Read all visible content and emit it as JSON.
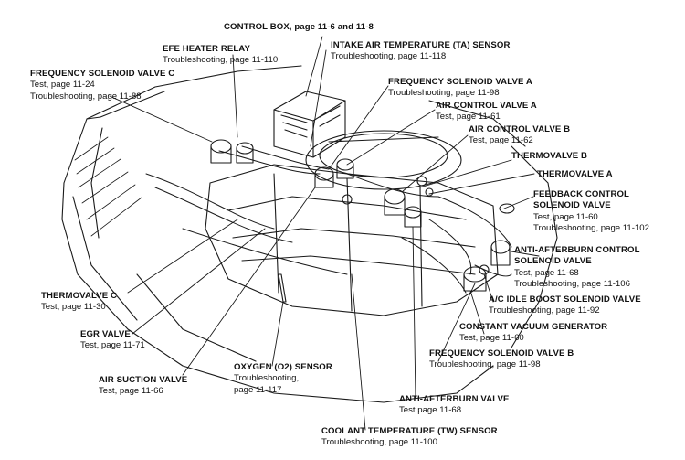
{
  "labels": {
    "control_box": {
      "title": "CONTROL BOX, page 11-6 and 11-8",
      "lines": []
    },
    "efe_relay": {
      "title": "EFE HEATER RELAY",
      "lines": [
        "Troubleshooting, page 11-110"
      ]
    },
    "intake_ta": {
      "title": "INTAKE AIR TEMPERATURE (TA) SENSOR",
      "lines": [
        "Troubleshooting, page 11-118"
      ]
    },
    "freq_sol_c": {
      "title": "FREQUENCY SOLENOID VALVE C",
      "lines": [
        "Test, page 11-24",
        "Troubleshooting, page 11-88"
      ]
    },
    "freq_sol_a": {
      "title": "FREQUENCY SOLENOID VALVE A",
      "lines": [
        "Troubleshooting, page 11-98"
      ]
    },
    "air_ctrl_a": {
      "title": "AIR CONTROL VALVE A",
      "lines": [
        "Test, page 11-61"
      ]
    },
    "air_ctrl_b": {
      "title": "AIR CONTROL VALVE B",
      "lines": [
        "Test, page 11-62"
      ]
    },
    "thermo_b": {
      "title": "THERMOVALVE B",
      "lines": []
    },
    "thermo_a": {
      "title": "THERMOVALVE A",
      "lines": []
    },
    "feedback": {
      "title": "FEEDBACK CONTROL",
      "lines": []
    },
    "feedback2": {
      "title": "SOLENOID VALVE",
      "lines": [
        "Test, page 11-60",
        "Troubleshooting, page 11-102"
      ]
    },
    "anti_ab_ctrl": {
      "title": "ANTI-AFTERBURN CONTROL",
      "lines": []
    },
    "anti_ab_ctrl2": {
      "title": "SOLENOID VALVE",
      "lines": [
        "Test, page 11-68",
        "Troubleshooting, page 11-106"
      ]
    },
    "ac_idle": {
      "title": "A/C IDLE BOOST SOLENOID VALVE",
      "lines": [
        "Troubleshooting, page 11-92"
      ]
    },
    "const_vac": {
      "title": "CONSTANT VACUUM GENERATOR",
      "lines": [
        "Test, page 11-60"
      ]
    },
    "freq_sol_b": {
      "title": "FREQUENCY SOLENOID VALVE B",
      "lines": [
        "Troubleshooting, page 11-98"
      ]
    },
    "thermo_c": {
      "title": "THERMOVALVE C",
      "lines": [
        "Test, page 11-30"
      ]
    },
    "egr": {
      "title": "EGR VALVE",
      "lines": [
        "Test, page 11-71"
      ]
    },
    "air_suction": {
      "title": "AIR SUCTION VALVE",
      "lines": [
        "Test, page 11-66"
      ]
    },
    "oxygen": {
      "title": "OXYGEN (O2) SENSOR",
      "lines": [
        "Troubleshooting,",
        "page 11-117"
      ]
    },
    "anti_ab_valve": {
      "title": "ANTI-AFTERBURN VALVE",
      "lines": [
        "Test page 11-68"
      ]
    },
    "coolant_tw": {
      "title": "COOLANT TEMPERATURE (TW) SENSOR",
      "lines": [
        "Troubleshooting, page 11-100"
      ]
    }
  }
}
